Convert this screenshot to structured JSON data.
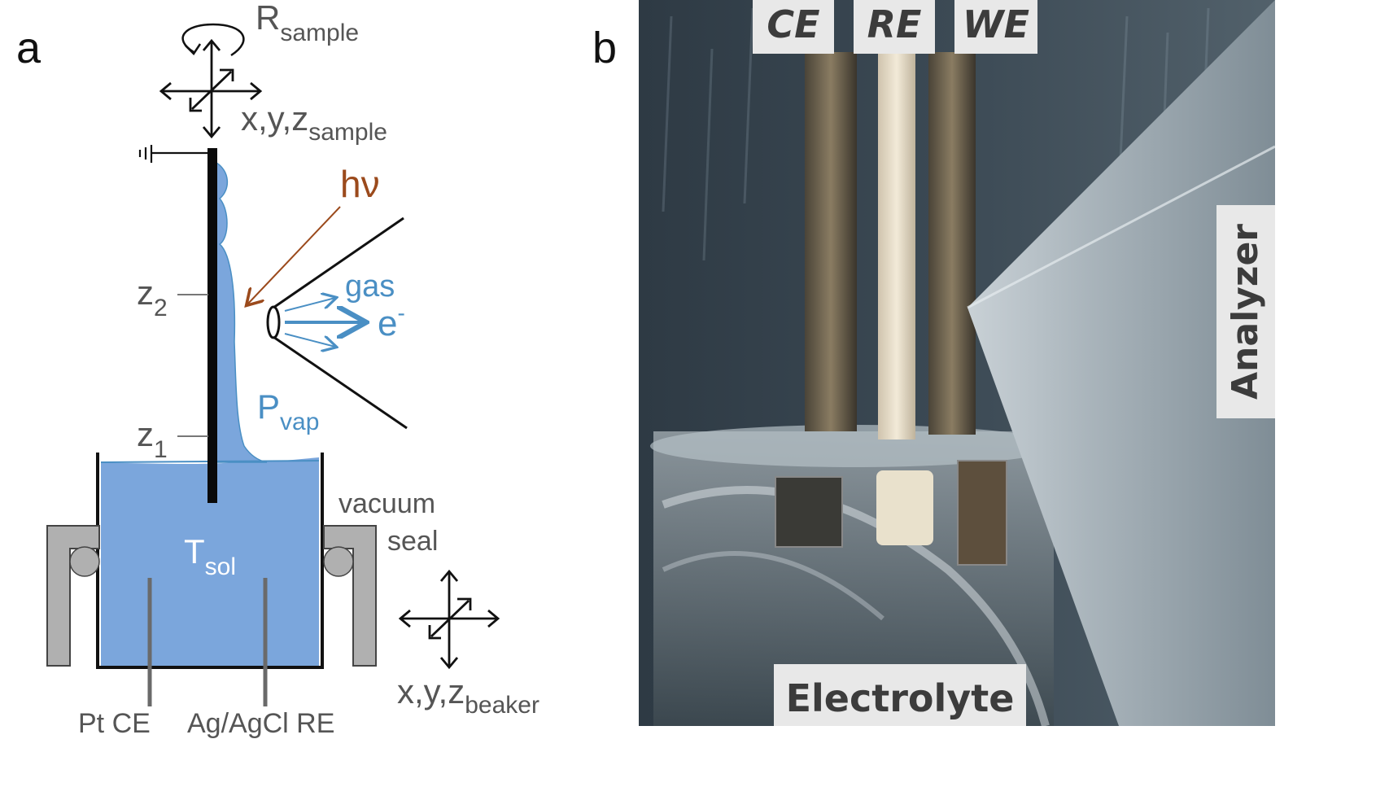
{
  "panels": {
    "a": {
      "letter": "a",
      "labels": {
        "r_main": "R",
        "r_sub": "sample",
        "xyz_sample_main": "x,y,z",
        "xyz_sample_sub": "sample",
        "hv": "hν",
        "gas": "gas",
        "electron_main": "e",
        "electron_sup": "-",
        "z2_main": "z",
        "z2_sub": "2",
        "z1_main": "z",
        "z1_sub": "1",
        "pvap_main": "P",
        "pvap_sub": "vap",
        "tsol_main": "T",
        "tsol_sub": "sol",
        "vacuum": "vacuum",
        "seal": "seal",
        "xyz_beaker_main": "x,y,z",
        "xyz_beaker_sub": "beaker",
        "pt_ce": "Pt CE",
        "agcl_re": "Ag/AgCl RE"
      },
      "colors": {
        "solution": "#7ba6dc",
        "solution_edge": "#4a8fc4",
        "text_blue": "#4a8fc4",
        "photon": "#9b4a1c",
        "seal_gray": "#b0b0b0"
      }
    },
    "b": {
      "letter": "b",
      "labels": {
        "ce": "CE",
        "re": "RE",
        "we": "WE",
        "analyzer": "Analyzer",
        "electrolyte": "Electrolyte"
      }
    }
  }
}
